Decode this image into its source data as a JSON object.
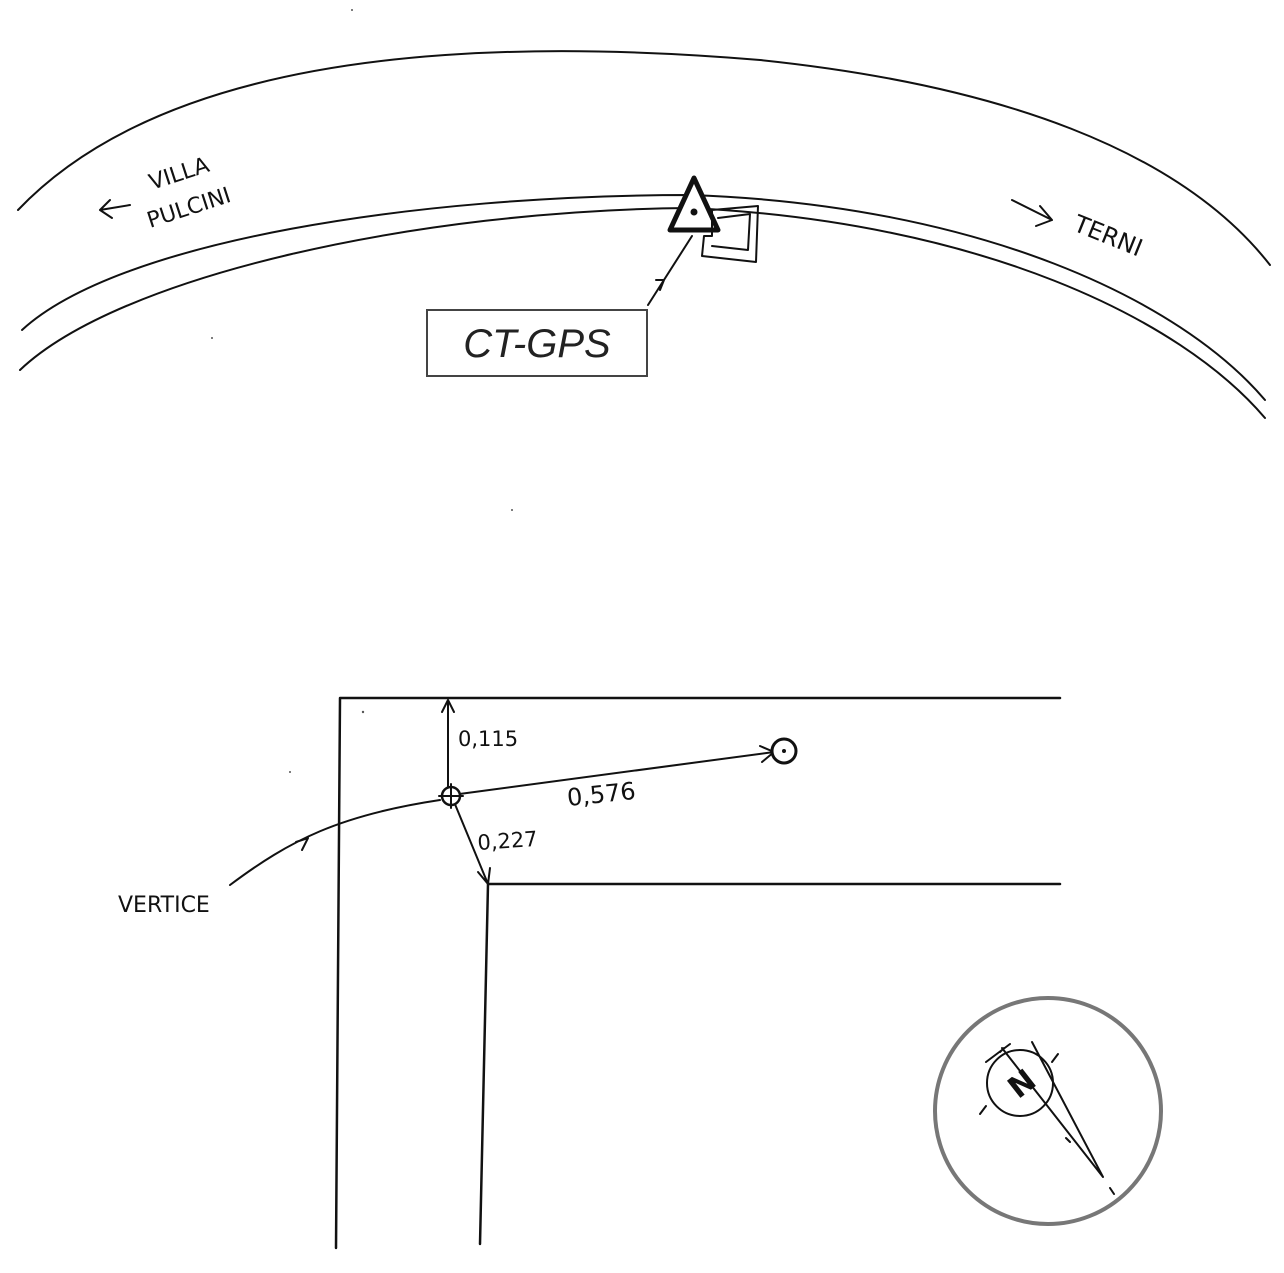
{
  "road": {
    "direction_left": "VILLA PULCINI",
    "direction_left_line1": "VILLA",
    "direction_left_line2": "PULCINI",
    "direction_right": "TERNI"
  },
  "station": {
    "label": "CT-GPS"
  },
  "detail": {
    "measure_top": "0,115",
    "measure_diag": "0,576",
    "measure_down": "0,227",
    "vertex_label": "VERTICE"
  },
  "compass": {
    "letter": "N"
  },
  "colors": {
    "ink": "#111111",
    "compass_ring": "#777777",
    "box_border": "#444444"
  }
}
